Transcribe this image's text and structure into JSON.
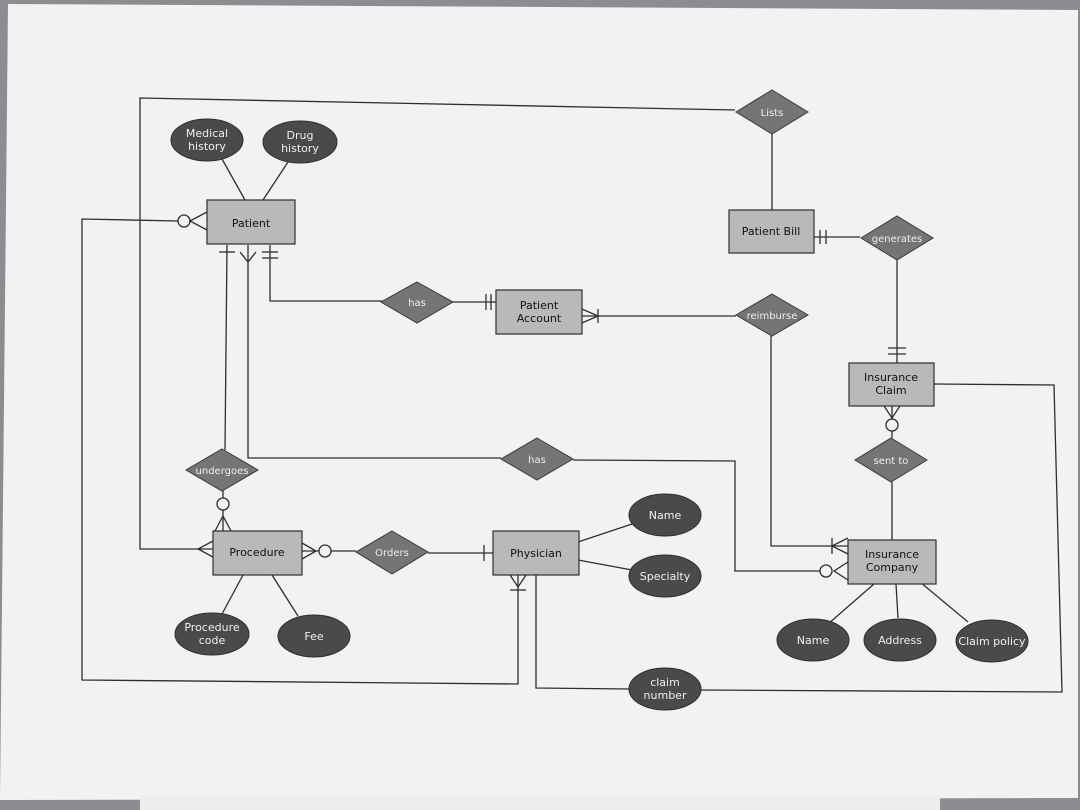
{
  "diagram": {
    "entities": {
      "patient": "Patient",
      "patient_bill": "Patient Bill",
      "patient_account": [
        "Patient",
        "Account"
      ],
      "insurance_claim": [
        "Insurance",
        "Claim"
      ],
      "procedure": "Procedure",
      "physician": "Physician",
      "insurance_company": [
        "Insurance",
        "Company"
      ]
    },
    "relationships": {
      "lists": "Lists",
      "generates": "generates",
      "has_account": "has",
      "reimburse": "reimburse",
      "has_company": "has",
      "sent_to": "sent to",
      "undergoes": "undergoes",
      "orders": "Orders"
    },
    "attributes": {
      "medical_history": [
        "Medical",
        "history"
      ],
      "drug_history": [
        "Drug",
        "history"
      ],
      "physician_name": "Name",
      "specialty": "Specialty",
      "procedure_code": [
        "Procedure",
        "code"
      ],
      "fee": "Fee",
      "company_name": "Name",
      "address": "Address",
      "claim_policy": "Claim policy",
      "claim_number": [
        "claim",
        "number"
      ]
    },
    "colors": {
      "entity_fill": "#b9b9b9",
      "relationship_fill": "#757575",
      "attribute_fill": "#4a4a4a",
      "paper": "#f2f2f2",
      "line": "#2e2e2e"
    }
  }
}
